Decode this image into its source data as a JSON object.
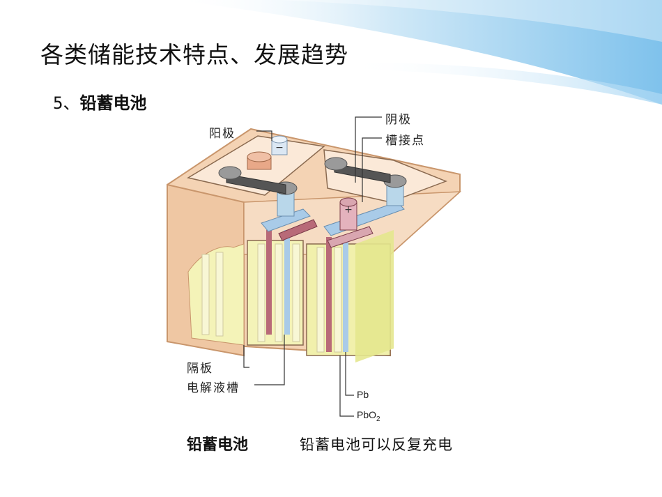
{
  "slide": {
    "title": "各类储能技术特点、发展趋势",
    "section_number": "5、",
    "section_name": "铅蓄电池"
  },
  "diagram": {
    "labels": {
      "anode": "阳极",
      "cathode": "阴极",
      "cell_connector": "槽接点",
      "separator": "隔板",
      "electrolyte_tank": "电解液槽",
      "pb": "Pb",
      "pbo2_base": "PbO",
      "pbo2_sub": "2",
      "minus_sign": "−",
      "plus_sign": "+"
    },
    "colors": {
      "case": "#f4d3b4",
      "case_edge": "#c9966c",
      "electrolyte": "#f4f3b8",
      "plate_blue": "#a9cbe8",
      "plate_red": "#b86a78",
      "terminal": "#8c8c8c"
    }
  },
  "captions": {
    "left": "铅蓄电池",
    "right": "铅蓄电池可以反复充电"
  }
}
